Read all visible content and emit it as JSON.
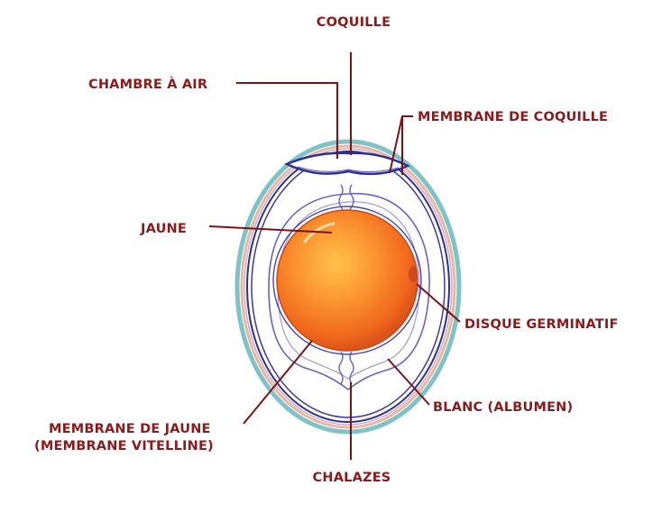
{
  "diagram": {
    "labels": {
      "coquille": "COQUILLE",
      "chambre_a_air": "CHAMBRE À AIR",
      "membrane_de_coquille": "MEMBRANE DE COQUILLE",
      "jaune": "JAUNE",
      "disque_germinatif": "DISQUE GERMINATIF",
      "blanc": "BLANC (ALBUMEN)",
      "membrane_de_jaune_line1": "MEMBRANE DE JAUNE",
      "membrane_de_jaune_line2": "(MEMBRANE VITELLINE)",
      "chalazes": "CHALAZES"
    },
    "colors": {
      "label_text": "#8b1a1a",
      "leader_line": "#7a1414",
      "shell_outer": "#7fc3c9",
      "shell_inner": "#e8b7a0",
      "membrane": "#2e2f8f",
      "albumen_outline": "#6a62c4",
      "yolk_center": "#ffb23a",
      "yolk_mid": "#f57a1e",
      "yolk_edge": "#d9531a"
    }
  }
}
